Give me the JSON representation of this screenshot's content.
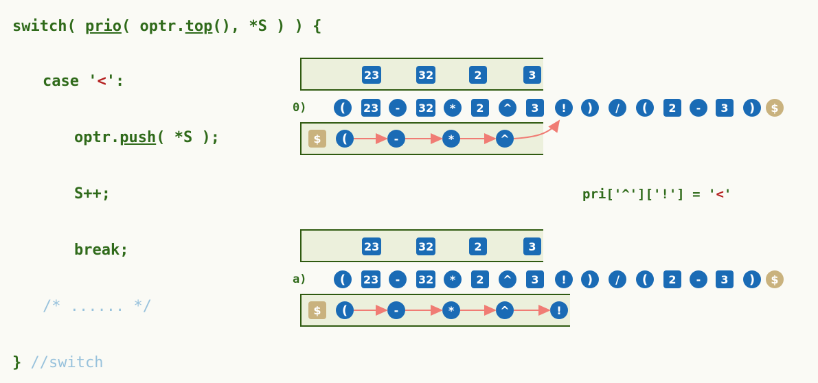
{
  "code": {
    "line1": {
      "k1": "switch( ",
      "prio": "prio",
      "k2": "( optr.",
      "top": "top",
      "k3": "(), *S ) ) {"
    },
    "line2": {
      "k1": "case '",
      "lt": "<",
      "k2": "':"
    },
    "line3": {
      "k1": "optr.",
      "push": "push",
      "k2": "( *S );"
    },
    "line4": "S++;",
    "line5": "break;",
    "line6": "/* ...... */",
    "line7_brace": "}",
    "line7_comment": " //switch"
  },
  "annotation": {
    "pre": "pri['^']['!'] = '",
    "lt": "<",
    "post": "'"
  },
  "rows": [
    {
      "label": "0)",
      "operands": [
        "23",
        "32",
        "2",
        "3"
      ],
      "expression": [
        "(",
        "23",
        "-",
        "32",
        "*",
        "2",
        "^",
        "3",
        "!",
        ")",
        "/",
        "(",
        "2",
        "-",
        "3",
        ")",
        "$"
      ],
      "operators": [
        "$",
        "(",
        "-",
        "*",
        "^"
      ]
    },
    {
      "label": "a)",
      "operands": [
        "23",
        "32",
        "2",
        "3"
      ],
      "expression": [
        "(",
        "23",
        "-",
        "32",
        "*",
        "2",
        "^",
        "3",
        "!",
        ")",
        "/",
        "(",
        "2",
        "-",
        "3",
        ")",
        "$"
      ],
      "operators": [
        "$",
        "(",
        "-",
        "*",
        "^",
        "!"
      ]
    }
  ],
  "colors": {
    "code": "#2f6a1a",
    "keyword_red": "#b41e1e",
    "comment": "#98c2dc",
    "token_blue": "#1a6bb5",
    "sentinel": "#c9b27e",
    "panel_fill": "#ecf0dc",
    "panel_border": "#2f5a10",
    "arrow": "#f07c74"
  }
}
